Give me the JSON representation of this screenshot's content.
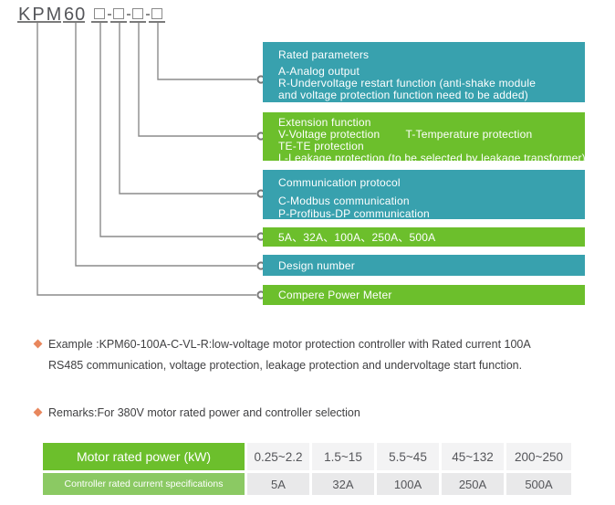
{
  "palette": {
    "teal": "#38A1AE",
    "green": "#6CBF2C",
    "green_light": "#8BC963",
    "line_gray": "#8C8C8C",
    "heading_gray": "#55565A",
    "body_text": "#404042",
    "bullet_orange": "#E8875D",
    "cell_light": "#F3F3F4",
    "cell_mid": "#E9E9EA"
  },
  "model_code": {
    "prefix": "KPM",
    "series": "60",
    "placeholder_boxes": 4
  },
  "bars": [
    {
      "name": "rated-parameters",
      "color": "teal",
      "lines": [
        "Rated parameters",
        "A-Analog output",
        "R-Undervoltage restart function (anti-shake module",
        "and voltage protection function need to be added)"
      ]
    },
    {
      "name": "extension-function",
      "color": "green",
      "lines": [
        "Extension function",
        "V-Voltage protection        T-Temperature protection",
        "TE-TE protection",
        "L-Leakage protection (to be selected by leakage transformer)"
      ]
    },
    {
      "name": "communication-protocol",
      "color": "teal",
      "lines": [
        "Communication protocol",
        "C-Modbus communication",
        "P-Profibus-DP communication"
      ]
    },
    {
      "name": "rated-current-options",
      "color": "green",
      "lines": [
        "5A、32A、100A、250A、500A"
      ]
    },
    {
      "name": "design-number",
      "color": "teal",
      "lines": [
        "Design number"
      ]
    },
    {
      "name": "product-family",
      "color": "green",
      "lines": [
        "Compere Power Meter"
      ]
    }
  ],
  "notes": {
    "example": {
      "line1": "Example :KPM60-100A-C-VL-R:low-voltage motor protection controller with Rated current 100A",
      "line2": "RS485 communication, voltage protection, leakage protection and undervoltage start function."
    },
    "remarks": "Remarks:For 380V motor rated power and controller selection"
  },
  "table": {
    "row1": {
      "header": "Motor rated power (kW)",
      "cells": [
        "0.25~2.2",
        "1.5~15",
        "5.5~45",
        "45~132",
        "200~250"
      ]
    },
    "row2": {
      "header": "Controller rated current specifications",
      "cells": [
        "5A",
        "32A",
        "100A",
        "250A",
        "500A"
      ]
    }
  }
}
